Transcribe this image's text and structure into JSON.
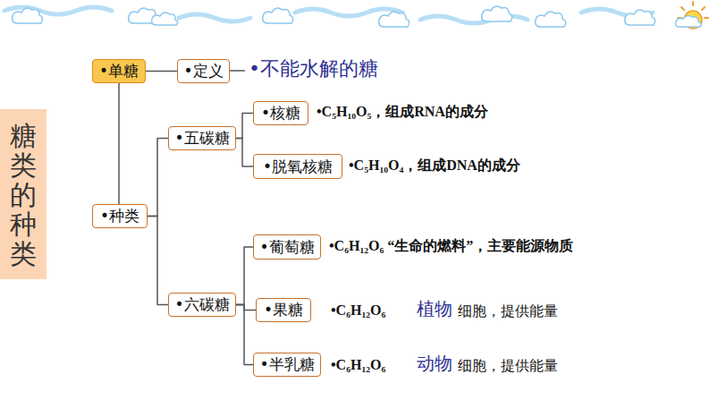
{
  "diagram": {
    "nodes": [
      {
        "text": [
          "糖类的种类"
        ]
      },
      {
        "text": [
          "•单糖"
        ]
      },
      {
        "text": [
          "•定义"
        ]
      },
      {
        "text": [
          "•种类"
        ]
      },
      {
        "text": [
          "•五碳糖"
        ]
      },
      {
        "text": [
          "•核糖"
        ]
      },
      {
        "text": [
          "•脱氧核糖"
        ]
      },
      {
        "text": [
          "•六碳糖"
        ]
      },
      {
        "text": [
          "•葡萄糖"
        ]
      },
      {
        "text": [
          "•果糖"
        ]
      },
      {
        "text": [
          "•半乳糖"
        ]
      }
    ],
    "edges": [
      {
        "from": 1,
        "to": 2,
        "arrow": "none"
      },
      {
        "from": 1,
        "to": 3,
        "arrow": "none"
      },
      {
        "from": 3,
        "to": 4,
        "arrow": "none"
      },
      {
        "from": 3,
        "to": 7,
        "arrow": "none"
      },
      {
        "from": 4,
        "to": 5,
        "arrow": "none"
      },
      {
        "from": 4,
        "to": 6,
        "arrow": "none"
      },
      {
        "from": 7,
        "to": 8,
        "arrow": "none"
      },
      {
        "from": 7,
        "to": 9,
        "arrow": "none"
      },
      {
        "from": 7,
        "to": 10,
        "arrow": "none"
      }
    ],
    "labels": [
      "•不能水解的糖",
      "•C₅H₁₀O₅，组成RNA的成分",
      "•C₅H₁₀O₄，组成DNA的成分",
      "•C₆H₁₂O₆ “生命的燃料”，主要能源物质",
      "•C₆H₁₂O₆",
      "植物",
      "细胞，提供能量",
      "•C₆H₁₂O₆",
      "动物",
      "细胞，提供能量"
    ]
  }
}
